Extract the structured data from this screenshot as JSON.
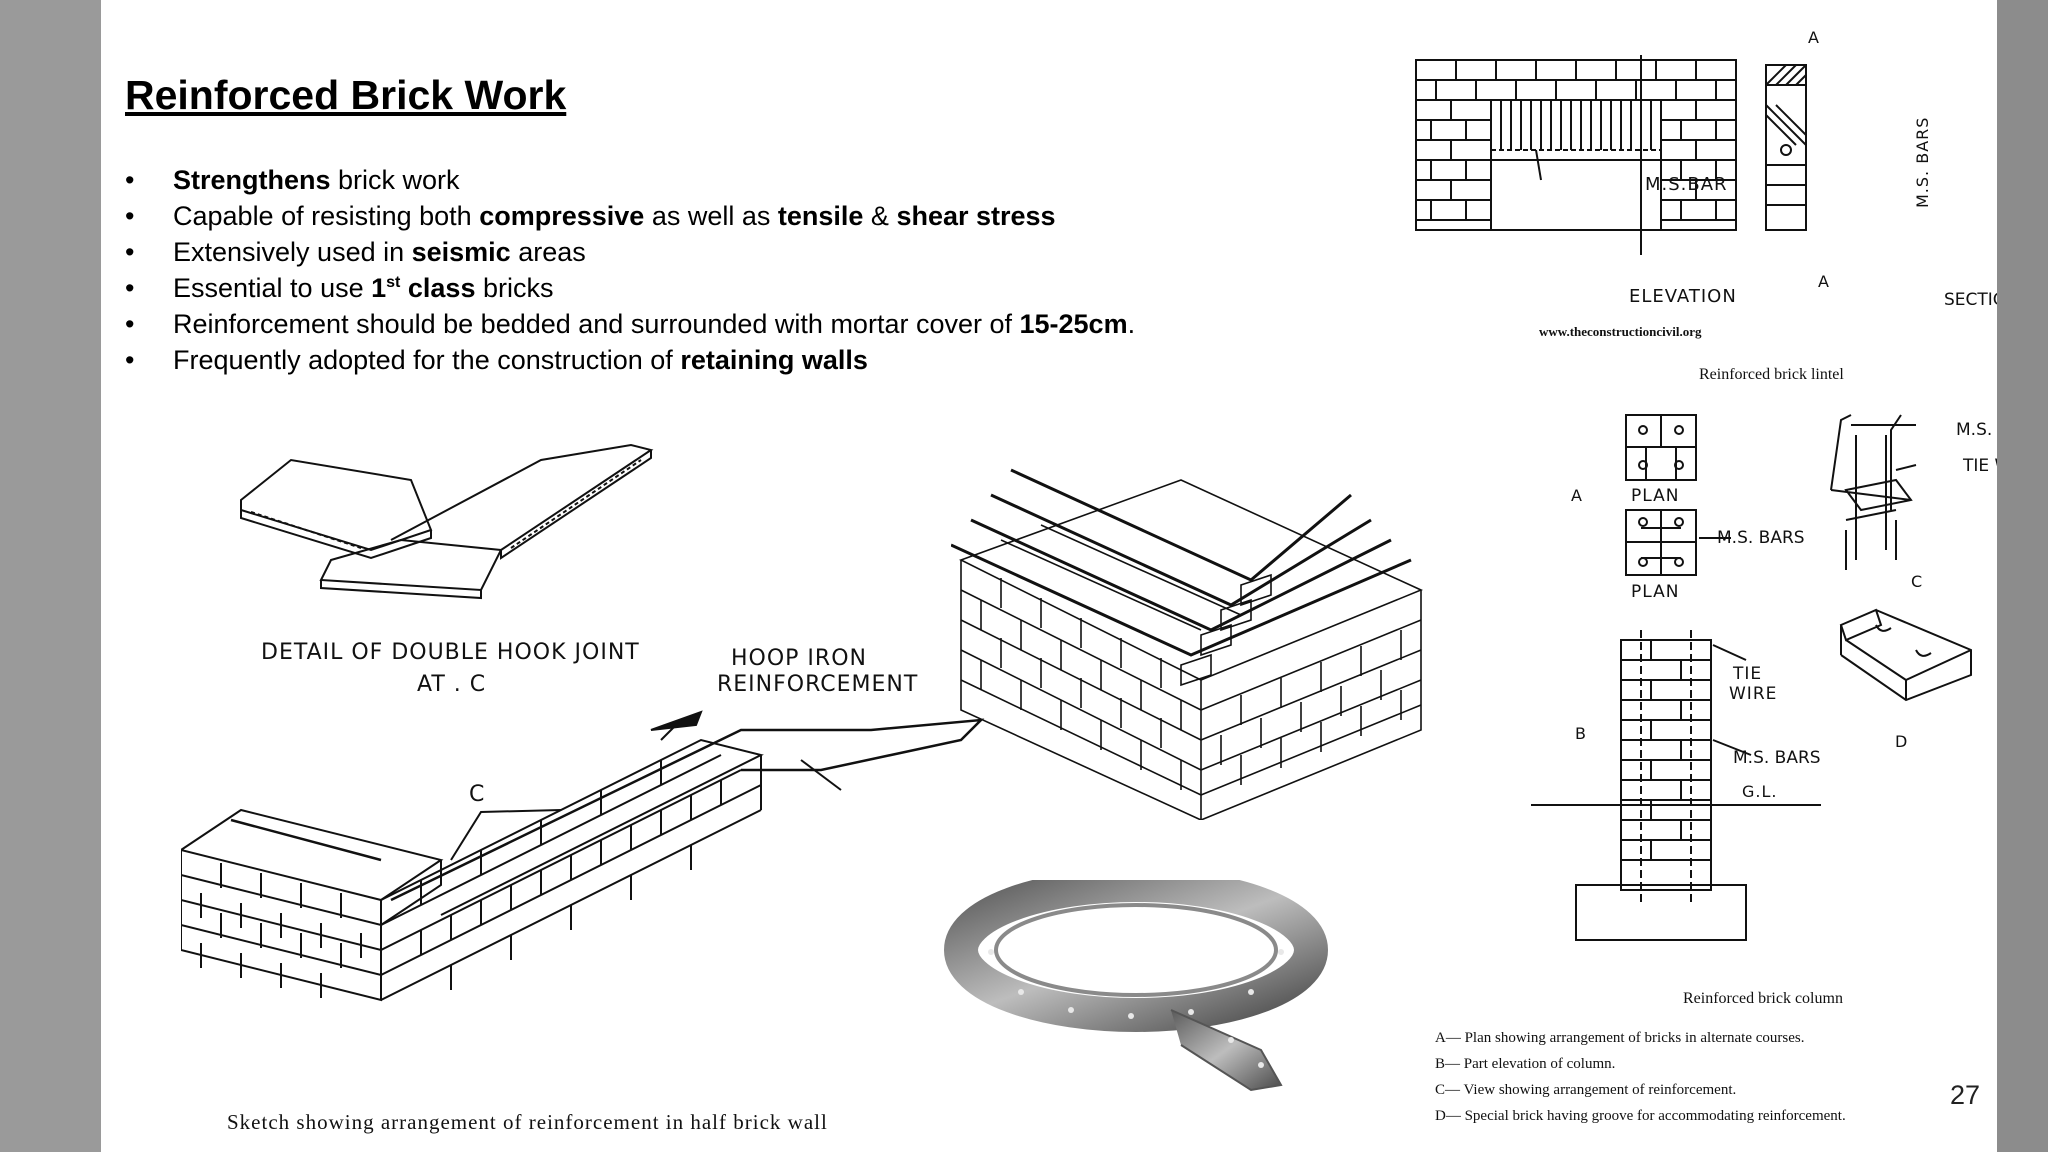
{
  "slide": {
    "title": "Reinforced Brick Work",
    "bullets": [
      {
        "pre": "",
        "b1": "Strengthens",
        "mid": " brick work",
        "b2": "",
        "mid2": "",
        "b3": "",
        "post": ""
      },
      {
        "pre": "Capable of resisting both ",
        "b1": "compressive",
        "mid": " as well as ",
        "b2": "tensile",
        "mid2": " & ",
        "b3": "shear stress",
        "post": ""
      },
      {
        "pre": "Extensively used in ",
        "b1": "seismic",
        "mid": " areas",
        "b2": "",
        "mid2": "",
        "b3": "",
        "post": ""
      },
      {
        "pre": "Essential to use ",
        "b1": "1",
        "sup": "st",
        "b1b": " class",
        "mid": " bricks"
      },
      {
        "pre": "Reinforcement should be bedded and surrounded with mortar cover of ",
        "b1": "15-25cm",
        "mid": "."
      },
      {
        "pre": "Frequently adopted for the construction of ",
        "b1": "retaining walls",
        "mid": ""
      }
    ],
    "page_number": "27"
  },
  "figures": {
    "hook_detail": {
      "label_line1": "DETAIL OF  DOUBLE HOOK JOINT",
      "label_line2": "AT . C"
    },
    "hoop_iron": {
      "label_line1": "HOOP  IRON",
      "label_line2": "REINFORCEMENT",
      "marker": "C"
    },
    "half_brick_caption": "Sketch showing arrangement of reinforcement in half brick wall",
    "lintel": {
      "marker_top": "A",
      "marker_bottom": "A",
      "ms_bar": "M.S.BAR",
      "ms_bars_vertical": "M.S. BARS",
      "elevation": "ELEVATION",
      "section": "SECTION A.A",
      "website": "www.theconstructioncivil.org",
      "caption": "Reinforced brick lintel"
    },
    "column": {
      "a": "A",
      "b": "B",
      "c": "C",
      "d": "D",
      "plan1": "PLAN",
      "plan2": "PLAN",
      "ms_bars_plan": "M.S. BARS",
      "ms_bars_cage": "M.S. BARS",
      "tie_wire_cage": "TIE WIRE",
      "tie_wire": "TIE",
      "tie_wire2": "WIRE",
      "ms_bars_elev": "M.S. BARS",
      "gl": "G.L.",
      "caption": "Reinforced brick column",
      "notes": [
        "A— Plan showing arrangement of bricks in alternate courses.",
        "B— Part elevation of column.",
        "C— View showing arrangement of reinforcement.",
        "D— Special brick having groove for accommodating reinforcement."
      ]
    }
  }
}
